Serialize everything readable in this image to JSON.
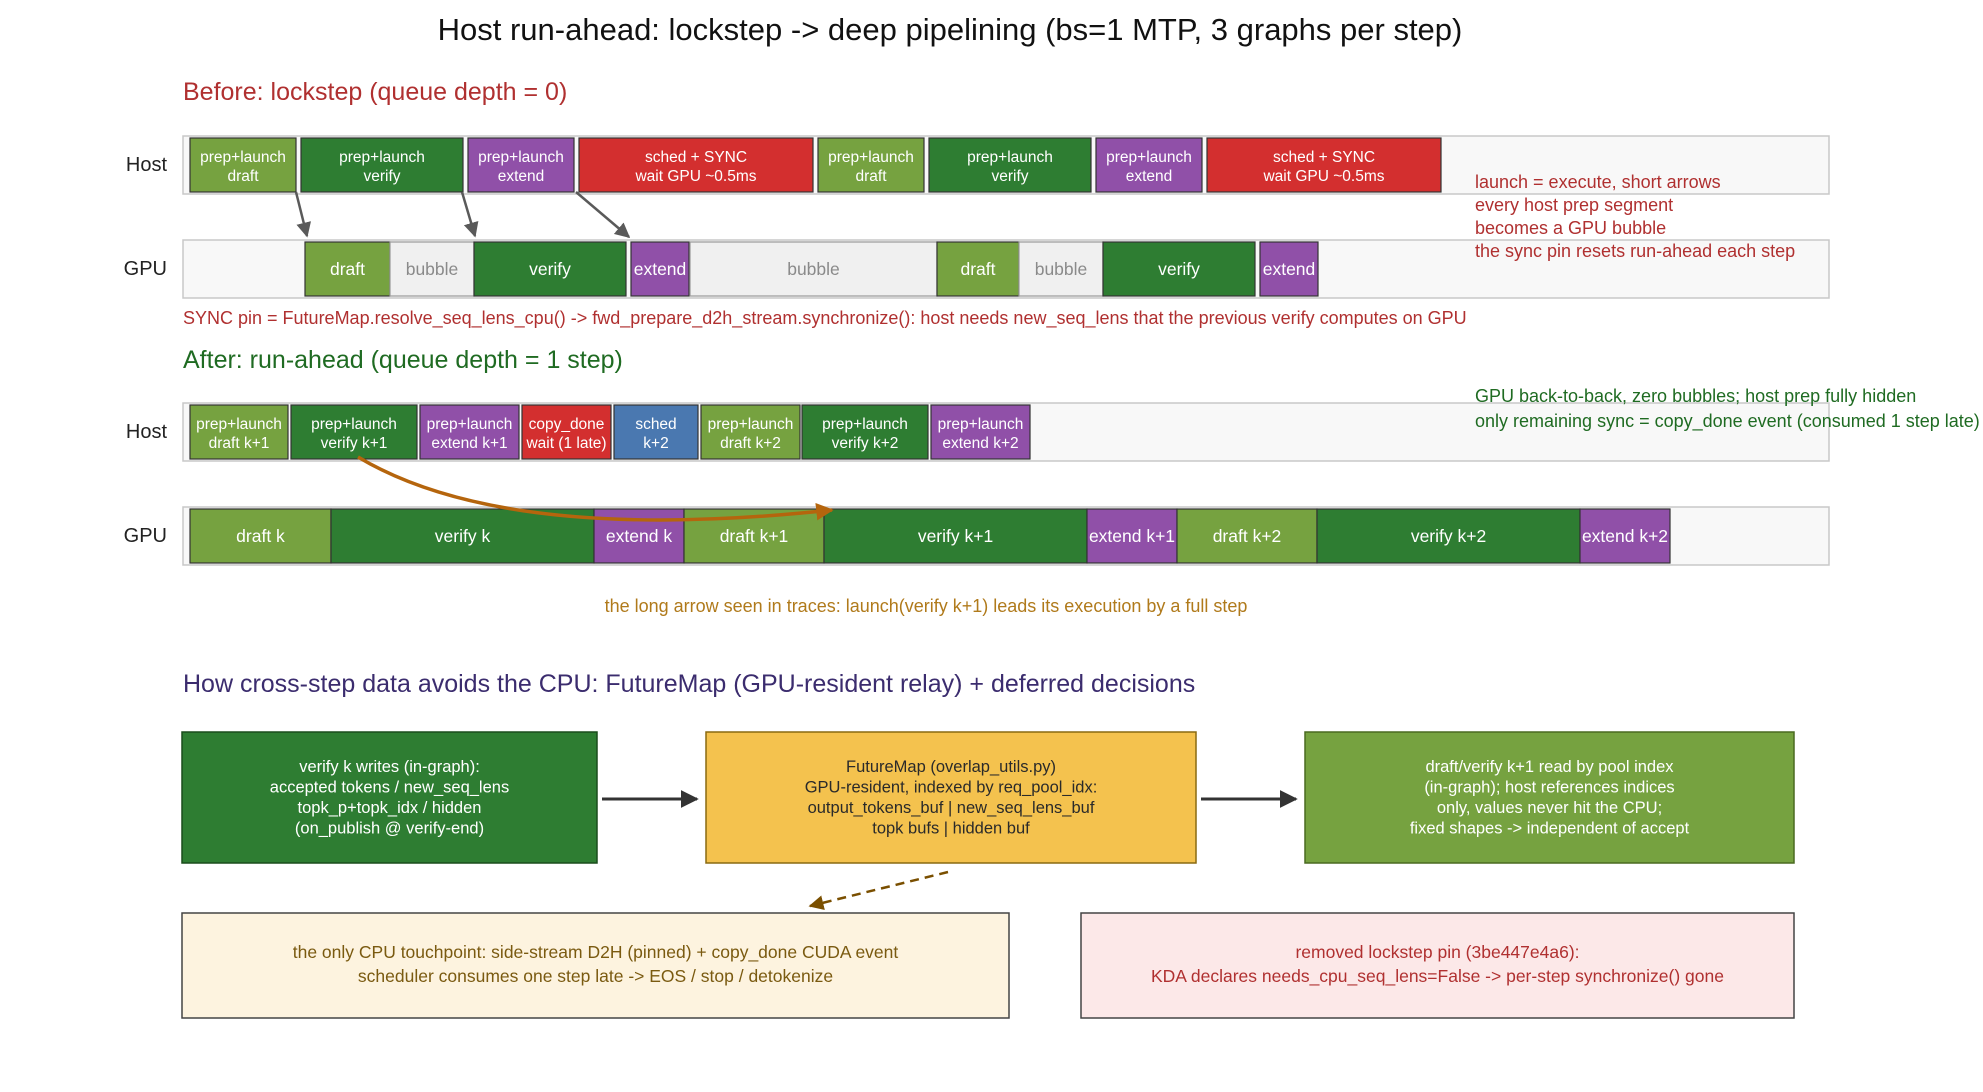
{
  "title": "Host run-ahead: lockstep -> deep pipelining (bs=1 MTP, 3 graphs per step)",
  "colors": {
    "light_green": "#76a240",
    "dark_green": "#2e7d32",
    "purple": "#9050a8",
    "red": "#d32f2f",
    "blue": "#4a78b0",
    "bubble": "#f0f0f0",
    "lane_bg": "#f8f8f8",
    "before_text": "#b03030",
    "after_text": "#1f6b22",
    "arrow_orange": "#b5650d",
    "trace_note": "#b07a1b",
    "section3": "#3b2c6e",
    "futuremap": "#f4c24e",
    "cpu_box": "#fdf3df",
    "cpu_text": "#7a5a10",
    "removed_box": "#fce8e8",
    "removed_text": "#b03030",
    "dashed_arrow": "#7a4f00"
  },
  "before": {
    "heading": "Before: lockstep (queue depth = 0)",
    "host_label": "Host",
    "gpu_label": "GPU",
    "host_segments": [
      {
        "lines": [
          "prep+launch",
          "draft"
        ],
        "kind": "light_green"
      },
      {
        "lines": [
          "prep+launch",
          "verify"
        ],
        "kind": "dark_green"
      },
      {
        "lines": [
          "prep+launch",
          "extend"
        ],
        "kind": "purple"
      },
      {
        "lines": [
          "sched + SYNC",
          "wait GPU ~0.5ms"
        ],
        "kind": "red"
      },
      {
        "lines": [
          "prep+launch",
          "draft"
        ],
        "kind": "light_green"
      },
      {
        "lines": [
          "prep+launch",
          "verify"
        ],
        "kind": "dark_green"
      },
      {
        "lines": [
          "prep+launch",
          "extend"
        ],
        "kind": "purple"
      },
      {
        "lines": [
          "sched + SYNC",
          "wait GPU ~0.5ms"
        ],
        "kind": "red"
      }
    ],
    "gpu_segments": [
      {
        "label": "draft",
        "kind": "light_green"
      },
      {
        "label": "bubble",
        "kind": "bubble"
      },
      {
        "label": "verify",
        "kind": "dark_green"
      },
      {
        "label": "extend",
        "kind": "purple"
      },
      {
        "label": "bubble",
        "kind": "bubble"
      },
      {
        "label": "draft",
        "kind": "light_green"
      },
      {
        "label": "bubble",
        "kind": "bubble"
      },
      {
        "label": "verify",
        "kind": "dark_green"
      },
      {
        "label": "extend",
        "kind": "purple"
      }
    ],
    "notes": [
      "launch = execute, short arrows",
      "every host prep segment",
      "becomes a GPU bubble",
      "the sync pin resets run-ahead each step"
    ],
    "sync_pin": "SYNC pin = FutureMap.resolve_seq_lens_cpu() -> fwd_prepare_d2h_stream.synchronize(): host needs new_seq_lens that the previous verify computes on GPU"
  },
  "after": {
    "heading": "After: run-ahead (queue depth = 1 step)",
    "host_label": "Host",
    "gpu_label": "GPU",
    "host_segments": [
      {
        "lines": [
          "prep+launch",
          "draft k+1"
        ],
        "kind": "light_green"
      },
      {
        "lines": [
          "prep+launch",
          "verify k+1"
        ],
        "kind": "dark_green"
      },
      {
        "lines": [
          "prep+launch",
          "extend k+1"
        ],
        "kind": "purple"
      },
      {
        "lines": [
          "copy_done",
          "wait (1 late)"
        ],
        "kind": "red"
      },
      {
        "lines": [
          "sched",
          "k+2"
        ],
        "kind": "blue"
      },
      {
        "lines": [
          "prep+launch",
          "draft k+2"
        ],
        "kind": "light_green"
      },
      {
        "lines": [
          "prep+launch",
          "verify k+2"
        ],
        "kind": "dark_green"
      },
      {
        "lines": [
          "prep+launch",
          "extend k+2"
        ],
        "kind": "purple"
      }
    ],
    "gpu_segments": [
      {
        "label": "draft k",
        "kind": "light_green"
      },
      {
        "label": "verify k",
        "kind": "dark_green"
      },
      {
        "label": "extend k",
        "kind": "purple"
      },
      {
        "label": "draft k+1",
        "kind": "light_green"
      },
      {
        "label": "verify k+1",
        "kind": "dark_green"
      },
      {
        "label": "extend k+1",
        "kind": "purple"
      },
      {
        "label": "draft k+2",
        "kind": "light_green"
      },
      {
        "label": "verify k+2",
        "kind": "dark_green"
      },
      {
        "label": "extend k+2",
        "kind": "purple"
      }
    ],
    "notes": [
      "GPU back-to-back, zero bubbles; host prep fully hidden",
      "only remaining sync = copy_done event (consumed 1 step late)"
    ],
    "trace_note": "the long arrow seen in traces: launch(verify k+1) leads its execution by a full step"
  },
  "dataflow": {
    "heading": "How cross-step data avoids the CPU: FutureMap (GPU-resident relay) + deferred decisions",
    "verify_box": [
      "verify k writes (in-graph):",
      "accepted tokens / new_seq_lens",
      "topk_p+topk_idx / hidden",
      "(on_publish @ verify-end)"
    ],
    "futuremap_box": [
      "FutureMap (overlap_utils.py)",
      "GPU-resident, indexed by req_pool_idx:",
      "output_tokens_buf | new_seq_lens_buf",
      "topk bufs | hidden buf"
    ],
    "read_box": [
      "draft/verify k+1 read by pool index",
      "(in-graph); host references indices",
      "only, values never hit the CPU;",
      "fixed shapes -> independent of accept"
    ],
    "cpu_box": [
      "the only CPU touchpoint: side-stream D2H (pinned) + copy_done CUDA event",
      "scheduler consumes one step late -> EOS / stop / detokenize"
    ],
    "removed_box": [
      "removed lockstep pin (3be447e4a6):",
      "KDA declares needs_cpu_seq_lens=False -> per-step synchronize() gone"
    ]
  }
}
